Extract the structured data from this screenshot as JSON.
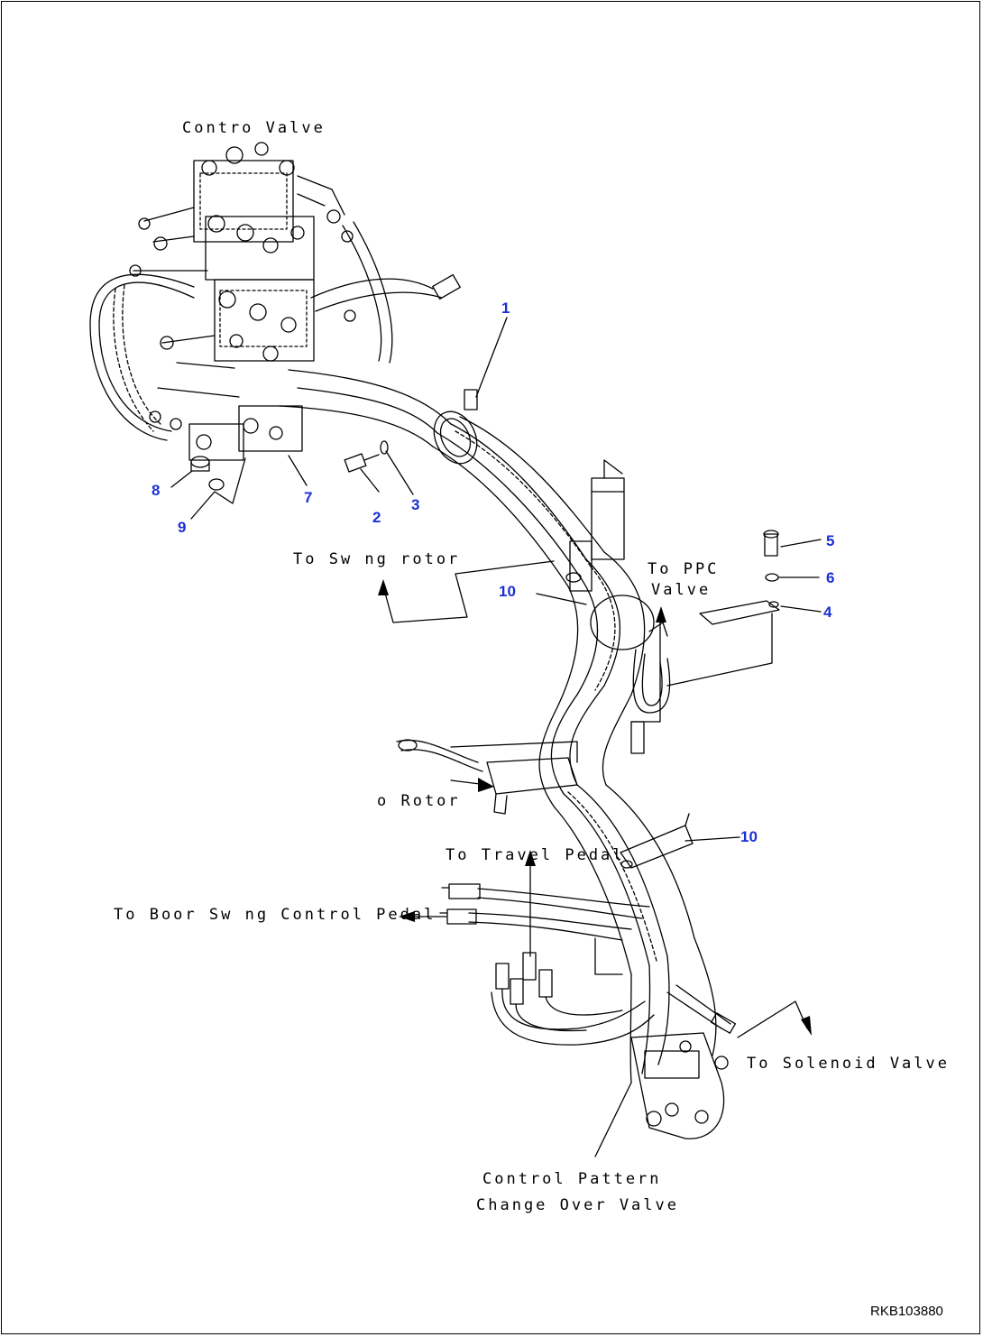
{
  "labels": {
    "control_valve": "Contro Valve",
    "to_swing_motor": "To Sw ng rotor",
    "to_ppc_valve_1": "To PPC",
    "to_ppc_valve_2": "Valve",
    "to_motor": "o Rotor",
    "to_travel_pedal": "To Travel Pedal",
    "to_boom_swing_control_pedal": "To Boor Sw ng Control Pedal",
    "to_solenoid_valve": "To Solenoid Valve",
    "control_pattern_1": "Control Pattern",
    "control_pattern_2": "Change Over Valve"
  },
  "callouts": {
    "n1": "1",
    "n2": "2",
    "n3": "3",
    "n4": "4",
    "n5": "5",
    "n6": "6",
    "n7": "7",
    "n8": "8",
    "n9": "9",
    "n10a": "10",
    "n10b": "10"
  },
  "drawing_code": "RKB103880",
  "colors": {
    "line": "#000000",
    "callout": "#1a2fd6"
  }
}
